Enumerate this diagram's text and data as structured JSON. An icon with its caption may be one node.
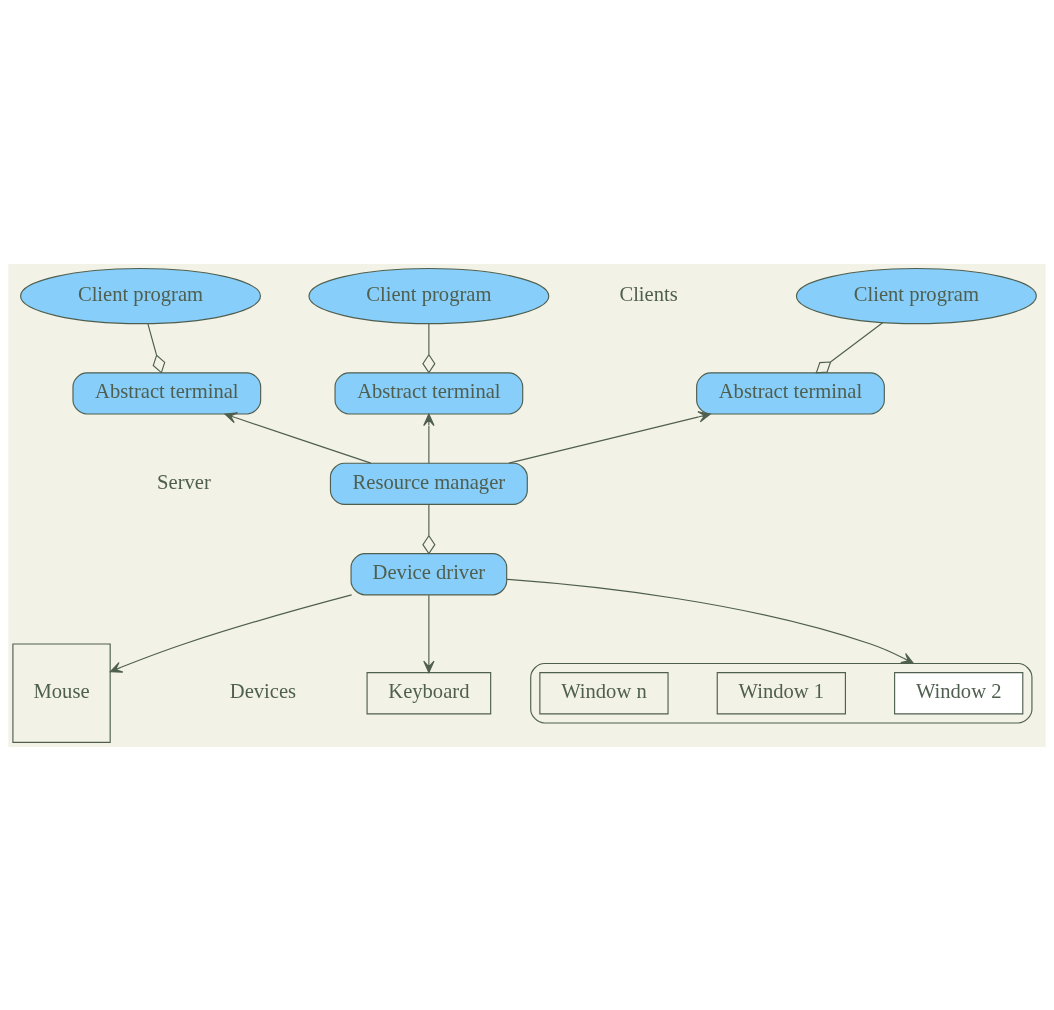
{
  "diagram": {
    "nodes": [
      {
        "text": [
          "Client program"
        ]
      },
      {
        "text": [
          "Client program"
        ]
      },
      {
        "text": [
          "Client program"
        ]
      },
      {
        "text": [
          "Abstract terminal"
        ]
      },
      {
        "text": [
          "Abstract terminal"
        ]
      },
      {
        "text": [
          "Abstract terminal"
        ]
      },
      {
        "text": [
          "Resource manager"
        ]
      },
      {
        "text": [
          "Device driver"
        ]
      },
      {
        "text": [
          "Mouse"
        ]
      },
      {
        "text": [],
        "shape": "box"
      },
      {
        "text": [
          "Window 2"
        ],
        "in": 9
      },
      {
        "text": [
          "Window 1"
        ],
        "in": 9
      },
      {
        "text": [
          "Window n"
        ],
        "in": 9
      },
      {
        "text": [
          "Keyboard"
        ]
      }
    ],
    "edges": [
      {
        "from": 0,
        "to": 3,
        "arrow": "other"
      },
      {
        "from": 1,
        "to": 4,
        "arrow": "other"
      },
      {
        "from": 2,
        "to": 5,
        "arrow": "other"
      },
      {
        "from": 6,
        "to": 3,
        "arrow": "to"
      },
      {
        "from": 6,
        "to": 4,
        "arrow": "to"
      },
      {
        "from": 6,
        "to": 5,
        "arrow": "to"
      },
      {
        "from": 6,
        "to": 7,
        "arrow": "other"
      },
      {
        "from": 7,
        "to": 8,
        "arrow": "to"
      },
      {
        "from": 7,
        "to": 9,
        "arrow": "to"
      },
      {
        "from": 7,
        "to": 13,
        "arrow": "to"
      }
    ],
    "labels": [
      "Clients",
      "Server",
      "Devices"
    ]
  }
}
